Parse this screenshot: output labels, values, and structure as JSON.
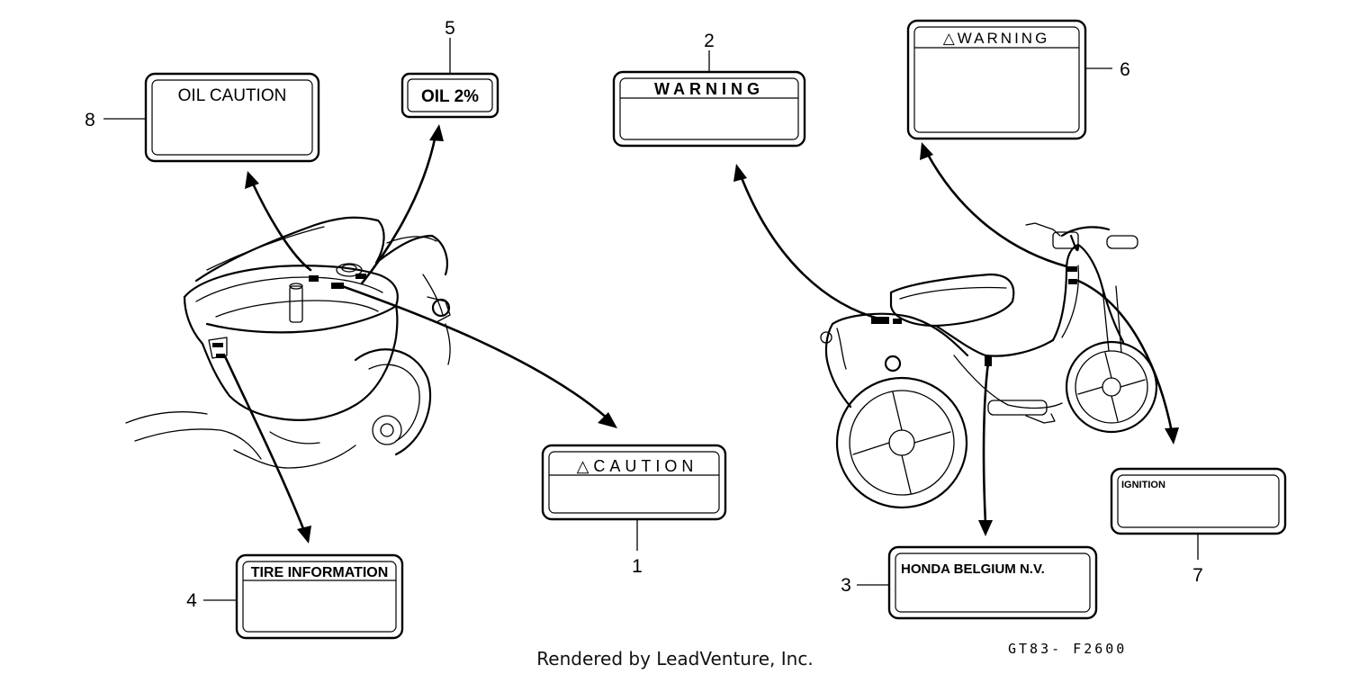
{
  "labels": {
    "item1": {
      "number": "1",
      "text": "△CAUTION"
    },
    "item2": {
      "number": "2",
      "text": "WARNING"
    },
    "item3": {
      "number": "3",
      "text": "HONDA BELGIUM N.V."
    },
    "item4": {
      "number": "4",
      "text": "TIRE INFORMATION"
    },
    "item5": {
      "number": "5",
      "text": "OIL 2%"
    },
    "item6": {
      "number": "6",
      "text": "△WARNING"
    },
    "item7": {
      "number": "7",
      "text": "IGNITION"
    },
    "item8": {
      "number": "8",
      "text": "OIL CAUTION"
    }
  },
  "footer": {
    "credit": "Rendered by LeadVenture, Inc.",
    "code": "GT83- F2600"
  }
}
